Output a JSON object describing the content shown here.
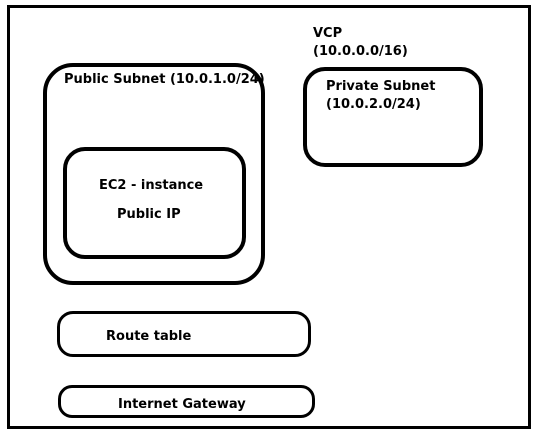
{
  "vpc": {
    "title": "VCP",
    "cidr": "(10.0.0.0/16)"
  },
  "public_subnet": {
    "label": "Public Subnet (10.0.1.0/24)",
    "instance": {
      "label": "EC2 - instance",
      "ip_label": "Public IP"
    }
  },
  "private_subnet": {
    "title": "Private Subnet",
    "cidr": "(10.0.2.0/24)"
  },
  "route_table": {
    "label": "Route table"
  },
  "internet_gateway": {
    "label": "Internet Gateway"
  }
}
